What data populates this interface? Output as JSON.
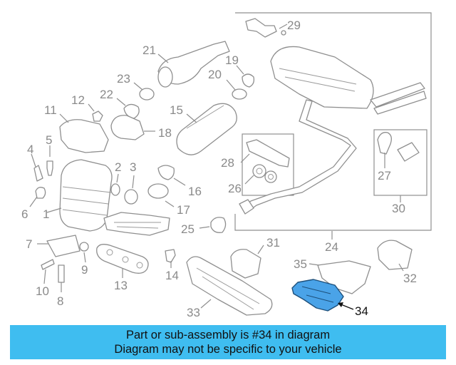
{
  "labels": {
    "p1": "1",
    "p2": "2",
    "p3": "3",
    "p4": "4",
    "p5": "5",
    "p6": "6",
    "p7": "7",
    "p8": "8",
    "p9": "9",
    "p10": "10",
    "p11": "11",
    "p12": "12",
    "p13": "13",
    "p14": "14",
    "p15": "15",
    "p16": "16",
    "p17": "17",
    "p18": "18",
    "p19": "19",
    "p20": "20",
    "p21": "21",
    "p22": "22",
    "p23": "23",
    "p24": "24",
    "p25": "25",
    "p26": "26",
    "p27": "27",
    "p28": "28",
    "p29": "29",
    "p30": "30",
    "p31": "31",
    "p32": "32",
    "p33": "33",
    "p34": "34",
    "p35": "35"
  },
  "highlight": {
    "part_number": "34",
    "color": "#4aa3e8"
  },
  "banner": {
    "line1": "Part or sub-assembly is #34 in diagram",
    "line2": "Diagram may not be specific to your vehicle",
    "color": "#3fbdf0"
  }
}
